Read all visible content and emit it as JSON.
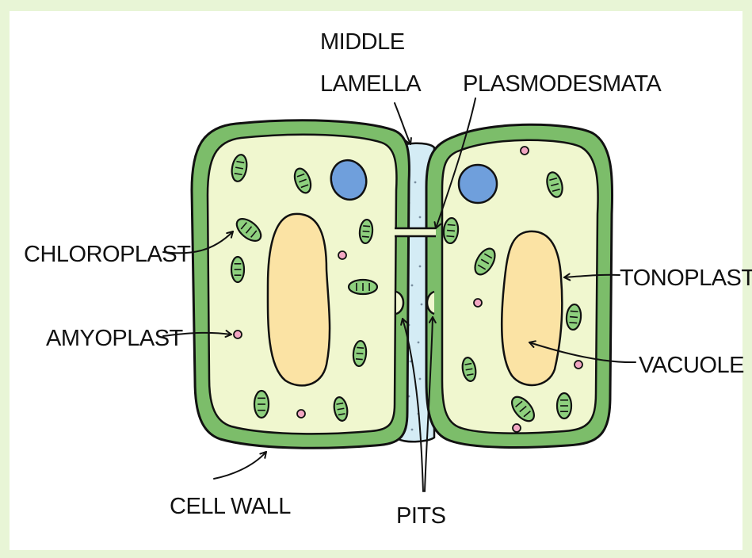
{
  "diagram": {
    "labels": {
      "middle_lamella_line1": "MIDDLE",
      "middle_lamella_line2": "LAMELLA",
      "plasmodesmata": "PLASMODESMATA",
      "chloroplast": "CHLOROPLAST",
      "amyoplast": "AMYOPLAST",
      "tonoplast": "TONOPLAST",
      "vacuole": "VACUOLE",
      "cell_wall": "CELL WALL",
      "pits": "PITS"
    },
    "colors": {
      "background": "#ffffff",
      "frame": "#e8f5d6",
      "cell_wall": "#7cbd6a",
      "cytoplasm": "#f0f7cf",
      "vacuole": "#fbe3a4",
      "nucleus": "#6f9fdc",
      "middle_lamella": "#d4ecf5",
      "chloroplast": "#8ed07e",
      "amyloplast": "#f2a7c3",
      "outline": "#111111"
    }
  }
}
